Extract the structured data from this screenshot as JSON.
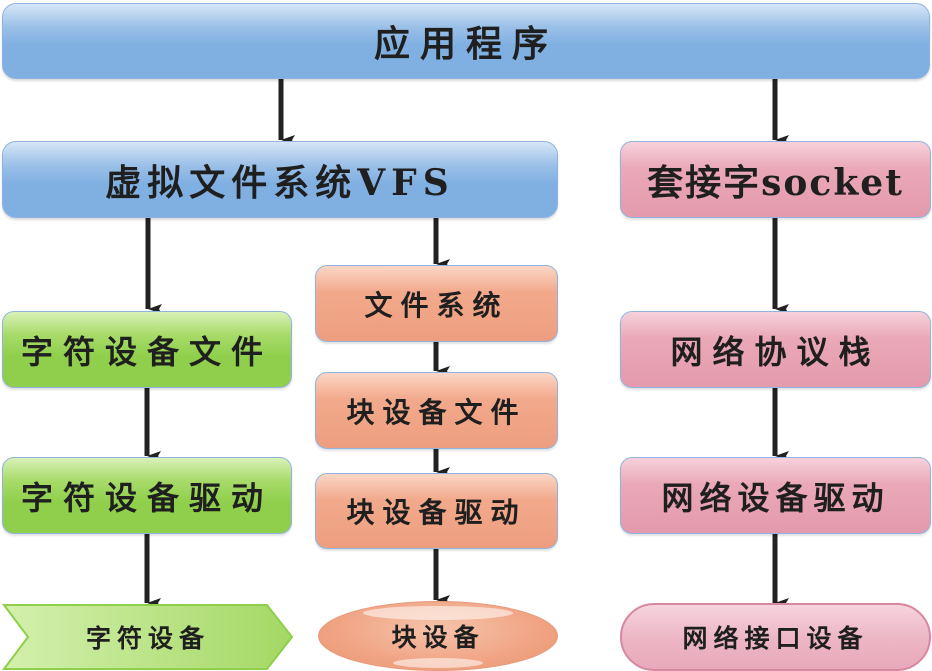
{
  "title": "Linux I/O 层次结构",
  "nodes": {
    "app": {
      "label": "应用程序",
      "color": "#80b0e2"
    },
    "vfs": {
      "label": "虚拟文件系统VFS",
      "color": "#80b0e2"
    },
    "socket": {
      "label": "套接字socket",
      "color": "#e39aac"
    },
    "char_dev_file": {
      "label": "字符设备文件",
      "color": "#8fcf4b"
    },
    "char_dev_driver": {
      "label": "字符设备驱动",
      "color": "#8fcf4b"
    },
    "char_dev": {
      "label": "字符设备",
      "color": "#a8db6a"
    },
    "filesystem": {
      "label": "文件系统",
      "color": "#ee9e80"
    },
    "block_dev_file": {
      "label": "块设备文件",
      "color": "#ee9e80"
    },
    "block_dev_driver": {
      "label": "块设备驱动",
      "color": "#ee9e80"
    },
    "block_dev": {
      "label": "块设备",
      "color": "#f0a484"
    },
    "net_stack": {
      "label": "网络协议栈",
      "color": "#e39aac"
    },
    "net_dev_driver": {
      "label": "网络设备驱动",
      "color": "#e39aac"
    },
    "net_iface_dev": {
      "label": "网络接口设备",
      "color": "#edb7c6"
    }
  },
  "edges": [
    {
      "from": "app",
      "to": "vfs"
    },
    {
      "from": "app",
      "to": "socket"
    },
    {
      "from": "vfs",
      "to": "char_dev_file"
    },
    {
      "from": "vfs",
      "to": "filesystem"
    },
    {
      "from": "char_dev_file",
      "to": "char_dev_driver"
    },
    {
      "from": "char_dev_driver",
      "to": "char_dev"
    },
    {
      "from": "filesystem",
      "to": "block_dev_file"
    },
    {
      "from": "block_dev_file",
      "to": "block_dev_driver"
    },
    {
      "from": "block_dev_driver",
      "to": "block_dev"
    },
    {
      "from": "socket",
      "to": "net_stack"
    },
    {
      "from": "net_stack",
      "to": "net_dev_driver"
    },
    {
      "from": "net_dev_driver",
      "to": "net_iface_dev"
    }
  ]
}
